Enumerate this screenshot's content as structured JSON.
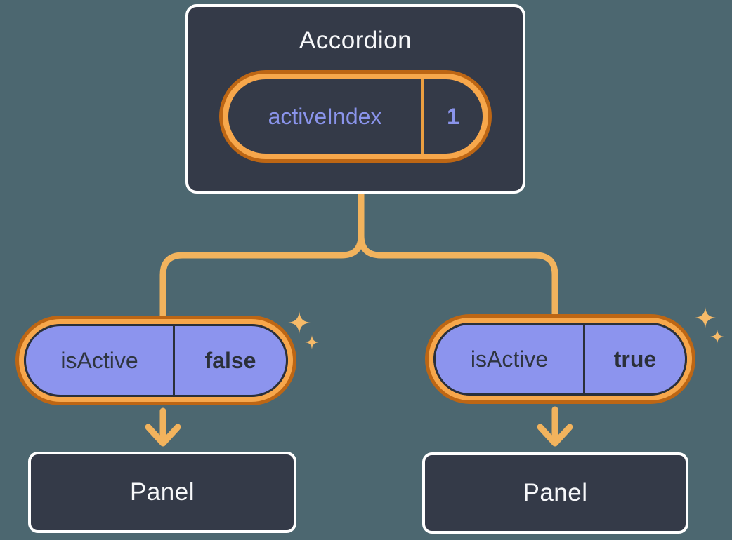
{
  "diagram": {
    "description": "React state diagram: Accordion parent holds activeIndex state shared with two child panels",
    "background_color": "#4C6770",
    "colors": {
      "node_fill": "#343A48",
      "node_border": "#FFFFFF",
      "node_text": "#F7F8FA",
      "highlight_ring_light": "#F7A74B",
      "highlight_ring_dark": "#BD6614",
      "connector_orange": "#F2B35D",
      "sparkle_orange": "#F7BB69",
      "pill_purple_fill": "#8C94EE",
      "pill_purple_text": "#2F3540",
      "state_text_purple": "#8A94EB",
      "divider_orange": "#EC9F41"
    },
    "root_node": {
      "title": "Accordion",
      "state": {
        "name": "activeIndex",
        "value": "1"
      },
      "highlighted": true
    },
    "children": [
      {
        "state": {
          "name": "isActive",
          "value": "false"
        },
        "highlighted": true,
        "panel": {
          "label": "Panel"
        }
      },
      {
        "state": {
          "name": "isActive",
          "value": "true"
        },
        "highlighted": true,
        "panel": {
          "label": "Panel"
        }
      }
    ]
  }
}
